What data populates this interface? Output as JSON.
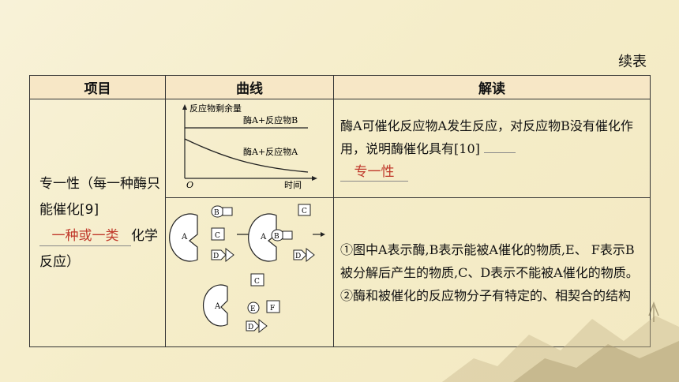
{
  "caption": "续表",
  "headers": {
    "item": "项目",
    "curve": "曲线",
    "interp": "解读"
  },
  "row": {
    "item_text_pre": "专一性（每一种酶只能催化",
    "item_ref": "[9]",
    "item_answer": "一种或一类",
    "item_text_post": "化学反应）"
  },
  "graph": {
    "ylabel": "反应物剩余量",
    "xlabel": "时间",
    "origin": "O",
    "line_upper": "酶A+反应物B",
    "line_lower": "酶A+反应物A"
  },
  "interp1": {
    "text": "酶A可催化反应物A发生反应，对反应物B没有催化作用，说明酶催化具有",
    "ref": "[10]",
    "answer": "专一性"
  },
  "diagram_labels": {
    "A": "A",
    "B": "B",
    "C": "C",
    "D": "D",
    "E": "E",
    "F": "F"
  },
  "interp2": {
    "line1": "①图中A表示酶,B表示能被A催化的物质,E、 F表示B被分解后产生的物质,C、D表示不能被A催化的物质。",
    "line2": "②酶和被催化的反应物分子有特定的、相契合的结构"
  }
}
